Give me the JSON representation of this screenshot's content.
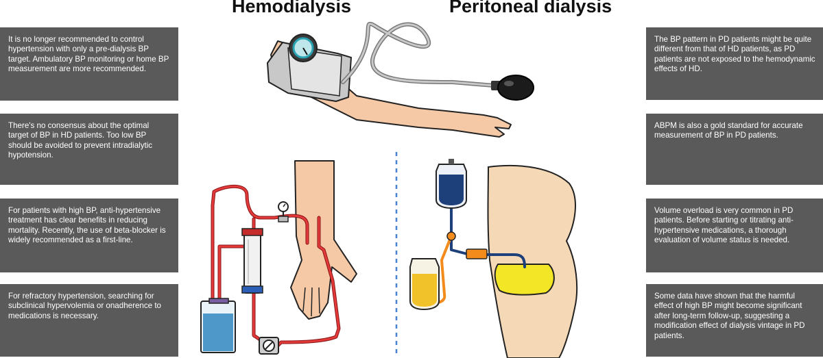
{
  "headings": {
    "hemodialysis": "Hemodialysis",
    "peritoneal": "Peritoneal dialysis"
  },
  "left_boxes": [
    "It is no longer recommended to control hypertension with only a pre-dialysis BP target. Ambulatory BP monitoring or home BP measurement are more recommended.",
    "There's no consensus about the optimal target of BP in HD patients. Too low BP should be avoided to prevent intradialytic hypotension.",
    "For patients with high BP, anti-hypertensive treatment has clear benefits in reducing mortality. Recently, the use of beta-blocker is widely recommended as a first-line.",
    "For refractory hypertension, searching for subclinical hypervolemia or onadherence to medications is necessary."
  ],
  "right_boxes": [
    "The BP pattern in PD patients might be quite different from that of HD patients, as PD patients are not exposed to the hemodynamic effects of HD.",
    "ABPM is also a gold standard for accurate measurement of BP in PD patients.",
    "Volume overload is very common in PD patients. Before starting or titrating anti-hypertensive medications, a thorough evaluation of volume status is needed.",
    "Some data have shown that the harmful effect of high BP might become significant after long-term follow-up, suggesting a modification effect of dialysis vintage in PD patients."
  ],
  "colors": {
    "box_bg": "#5a5a5a",
    "skin": "#f5c9a6",
    "blood_red": "#d42a2a",
    "dialysate_yellow": "#f3e626",
    "bag_blue": "#1d3f7a",
    "connector_orange": "#f28a1c",
    "divider_blue": "#4a7fd1"
  },
  "icons": [
    "sphygmomanometer-icon",
    "arm-icon",
    "dialyzer-icon",
    "pressure-gauge-icon",
    "pump-icon",
    "dialysate-bag-icon",
    "drain-bag-icon",
    "abdomen-icon"
  ]
}
